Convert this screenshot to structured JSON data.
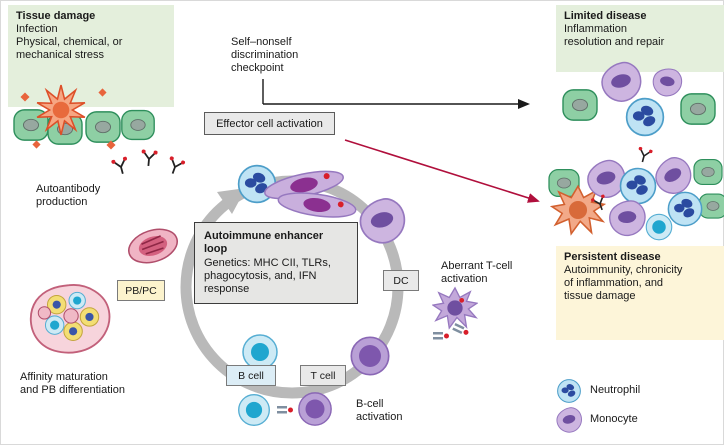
{
  "panels": {
    "tissue_damage": {
      "title": "Tissue damage",
      "body": "Infection\nPhysical, chemical, or\nmechanical stress"
    },
    "limited_disease": {
      "title": "Limited disease",
      "body": "Inflammation\nresolution and repair"
    },
    "persistent_disease": {
      "title": "Persistent disease",
      "body": "Autoimmunity, chronicity\nof inflammation, and\ntissue damage"
    }
  },
  "checkpoint_label": "Self–nonself\ndiscrimination\ncheckpoint",
  "effector_box_label": "Effector cell activation",
  "loop_box": {
    "title": "Autoimmune enhancer\nloop",
    "body": "Genetics: MHC CII, TLRs,\nphagocytosis, and, IFN\nresponse"
  },
  "loop_nodes": {
    "pbpc": "PB/PC",
    "dc": "DC",
    "b_cell": "B cell",
    "t_cell": "T cell"
  },
  "annotations": {
    "autoantibody": "Autoantibody\nproduction",
    "aberrant_t_cell": "Aberrant T-cell\nactivation",
    "b_cell_activation": "B-cell\nactivation",
    "affinity_maturation": "Affinity maturation\nand PB differentiation"
  },
  "legend": {
    "items": [
      {
        "icon": "neutrophil-icon",
        "label": "Neutrophil"
      },
      {
        "icon": "monocyte-icon",
        "label": "Monocyte"
      }
    ]
  },
  "colors": {
    "panel_green": "#e4efdc",
    "panel_yellow": "#fdf5d9",
    "box_gray": "#e9e9e9",
    "node_yellow": "#fcf3cd",
    "node_blue": "#dcedf6",
    "ring_gray": "#b9b9b9",
    "arrow_black": "#1a1a1a",
    "arrow_red": "#b00f3c"
  }
}
